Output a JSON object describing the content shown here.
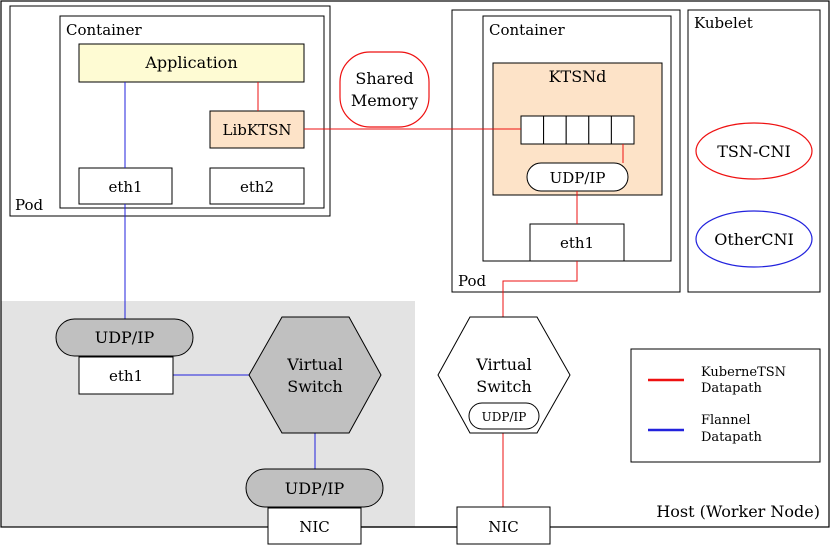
{
  "colors": {
    "kubernetsn": "#ee1111",
    "flannel": "#2222dd",
    "application_fill": "#fefbd3",
    "ktsn_fill": "#fde3c8",
    "gray_region": "#e3e3e3",
    "gray_node": "#c0c0c0"
  },
  "host": {
    "label": "Host (Worker Node)"
  },
  "left_pod": {
    "label": "Pod",
    "container": {
      "label": "Container",
      "application": "Application",
      "libktsn": "LibKTSN",
      "eth1": "eth1",
      "eth2": "eth2"
    }
  },
  "right_pod": {
    "label": "Pod",
    "container": {
      "label": "Container",
      "ktsnd": "KTSNd",
      "udpip": "UDP/IP",
      "eth1": "eth1"
    }
  },
  "shared_memory": {
    "line1": "Shared",
    "line2": "Memory"
  },
  "kubelet": {
    "label": "Kubelet",
    "tsn_cni": "TSN-CNI",
    "other_cni": "OtherCNI"
  },
  "flannel_side": {
    "udpip_top": "UDP/IP",
    "eth1": "eth1",
    "switch_line1": "Virtual",
    "switch_line2": "Switch",
    "udpip_bottom": "UDP/IP",
    "nic": "NIC"
  },
  "tsn_side": {
    "switch_line1": "Virtual",
    "switch_line2": "Switch",
    "udpip": "UDP/IP",
    "nic": "NIC"
  },
  "legend": {
    "kubernetsn_line1": "KuberneTSN",
    "kubernetsn_line2": "Datapath",
    "flannel_line1": "Flannel",
    "flannel_line2": "Datapath"
  }
}
